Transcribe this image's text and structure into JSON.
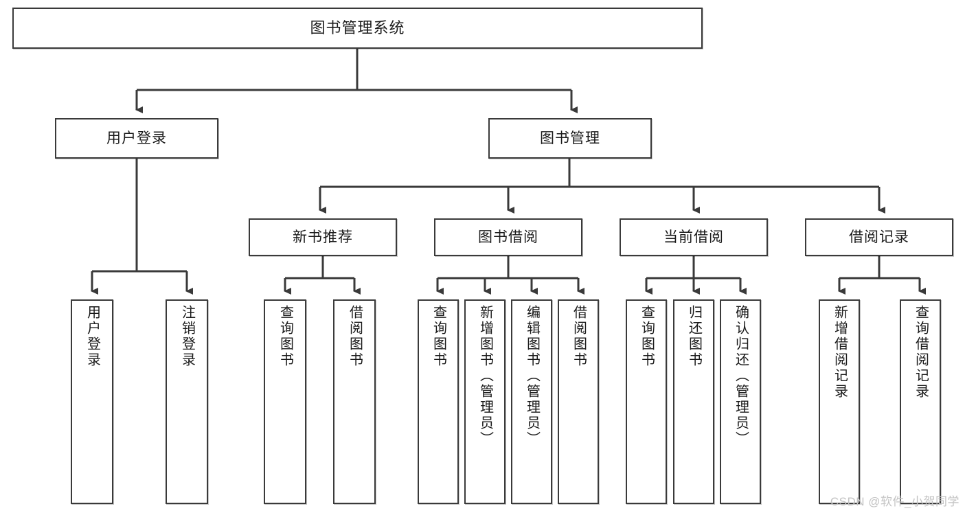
{
  "diagram": {
    "title": "图书管理系统",
    "root": {
      "label": "图书管理系统"
    },
    "level2": [
      {
        "label": "用户登录"
      },
      {
        "label": "图书管理"
      }
    ],
    "level3": [
      {
        "label": "新书推荐"
      },
      {
        "label": "图书借阅"
      },
      {
        "label": "当前借阅"
      },
      {
        "label": "借阅记录"
      }
    ],
    "leaves": {
      "user_login": [
        {
          "label": "用户登录"
        },
        {
          "label": "注销登录"
        }
      ],
      "new_book": [
        {
          "label": "查询图书"
        },
        {
          "label": "借阅图书"
        }
      ],
      "book_borrow": [
        {
          "label": "查询图书"
        },
        {
          "label": "新增图书（管理员）"
        },
        {
          "label": "编辑图书（管理员）"
        },
        {
          "label": "借阅图书"
        }
      ],
      "current_borrow": [
        {
          "label": "查询图书"
        },
        {
          "label": "归还图书"
        },
        {
          "label": "确认归还（管理员）"
        }
      ],
      "borrow_record": [
        {
          "label": "新增借阅记录"
        },
        {
          "label": "查询借阅记录"
        }
      ]
    }
  },
  "watermark": {
    "text": "CSDN @软件_小贺同学"
  },
  "colors": {
    "stroke": "#3a3a3a",
    "fill": "#ffffff",
    "text": "#1a1a1a",
    "watermark": "#c3c3c3"
  }
}
